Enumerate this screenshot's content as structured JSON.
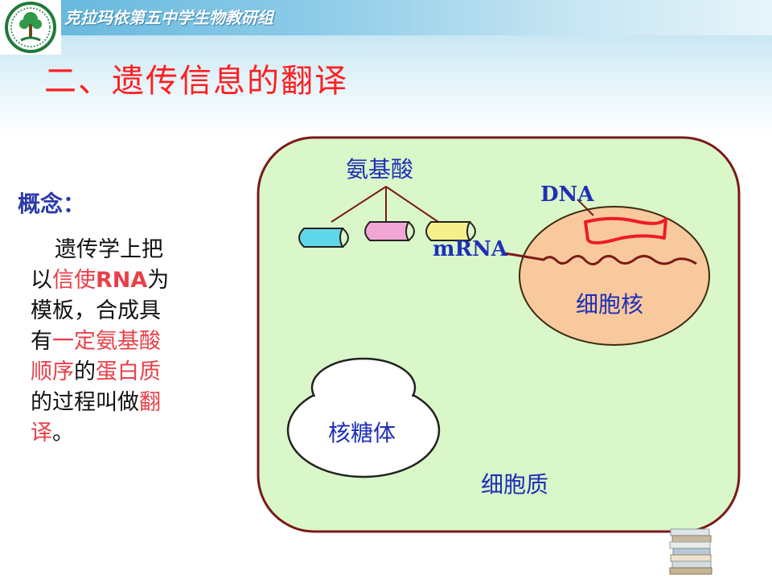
{
  "header": {
    "school_name": "克拉玛依第五中学生物教研组",
    "title": "二、遗传信息的翻译"
  },
  "concept": {
    "label": "概念：",
    "lines": [
      [
        {
          "t": "遗传学上把",
          "c": "plain"
        }
      ],
      [
        {
          "t": "以",
          "c": "plain"
        },
        {
          "t": "信使",
          "c": "hl"
        },
        {
          "t": "RNA",
          "c": "hlbold"
        },
        {
          "t": "为",
          "c": "plain"
        }
      ],
      [
        {
          "t": "模板，合成具",
          "c": "plain"
        }
      ],
      [
        {
          "t": "有",
          "c": "plain"
        },
        {
          "t": "一定氨基酸",
          "c": "hl"
        }
      ],
      [
        {
          "t": "顺序",
          "c": "hl"
        },
        {
          "t": "的",
          "c": "plain"
        },
        {
          "t": "蛋白质",
          "c": "hl"
        }
      ],
      [
        {
          "t": "的过程叫做",
          "c": "plain"
        },
        {
          "t": "翻",
          "c": "hl"
        }
      ],
      [
        {
          "t": "译",
          "c": "hl"
        },
        {
          "t": "。",
          "c": "plain"
        }
      ]
    ]
  },
  "diagram": {
    "amino_acid_label": "氨基酸",
    "dna_label": "DNA",
    "mrna_label": "mRNA",
    "nucleus_label": "细胞核",
    "ribosome_label": "核糖体",
    "cytoplasm_label": "细胞质",
    "amino_acids": [
      {
        "color": "#5fd7e8"
      },
      {
        "color": "#f2a6d6"
      },
      {
        "color": "#f6f08a"
      }
    ]
  },
  "colors": {
    "title": "#ff2020",
    "highlight": "#e8404a",
    "label_blue": "#1f2fb8",
    "cell_fill": "#d9f7c8",
    "cell_border": "#7a1a1a",
    "nucleus_fill": "#f8c99c"
  }
}
